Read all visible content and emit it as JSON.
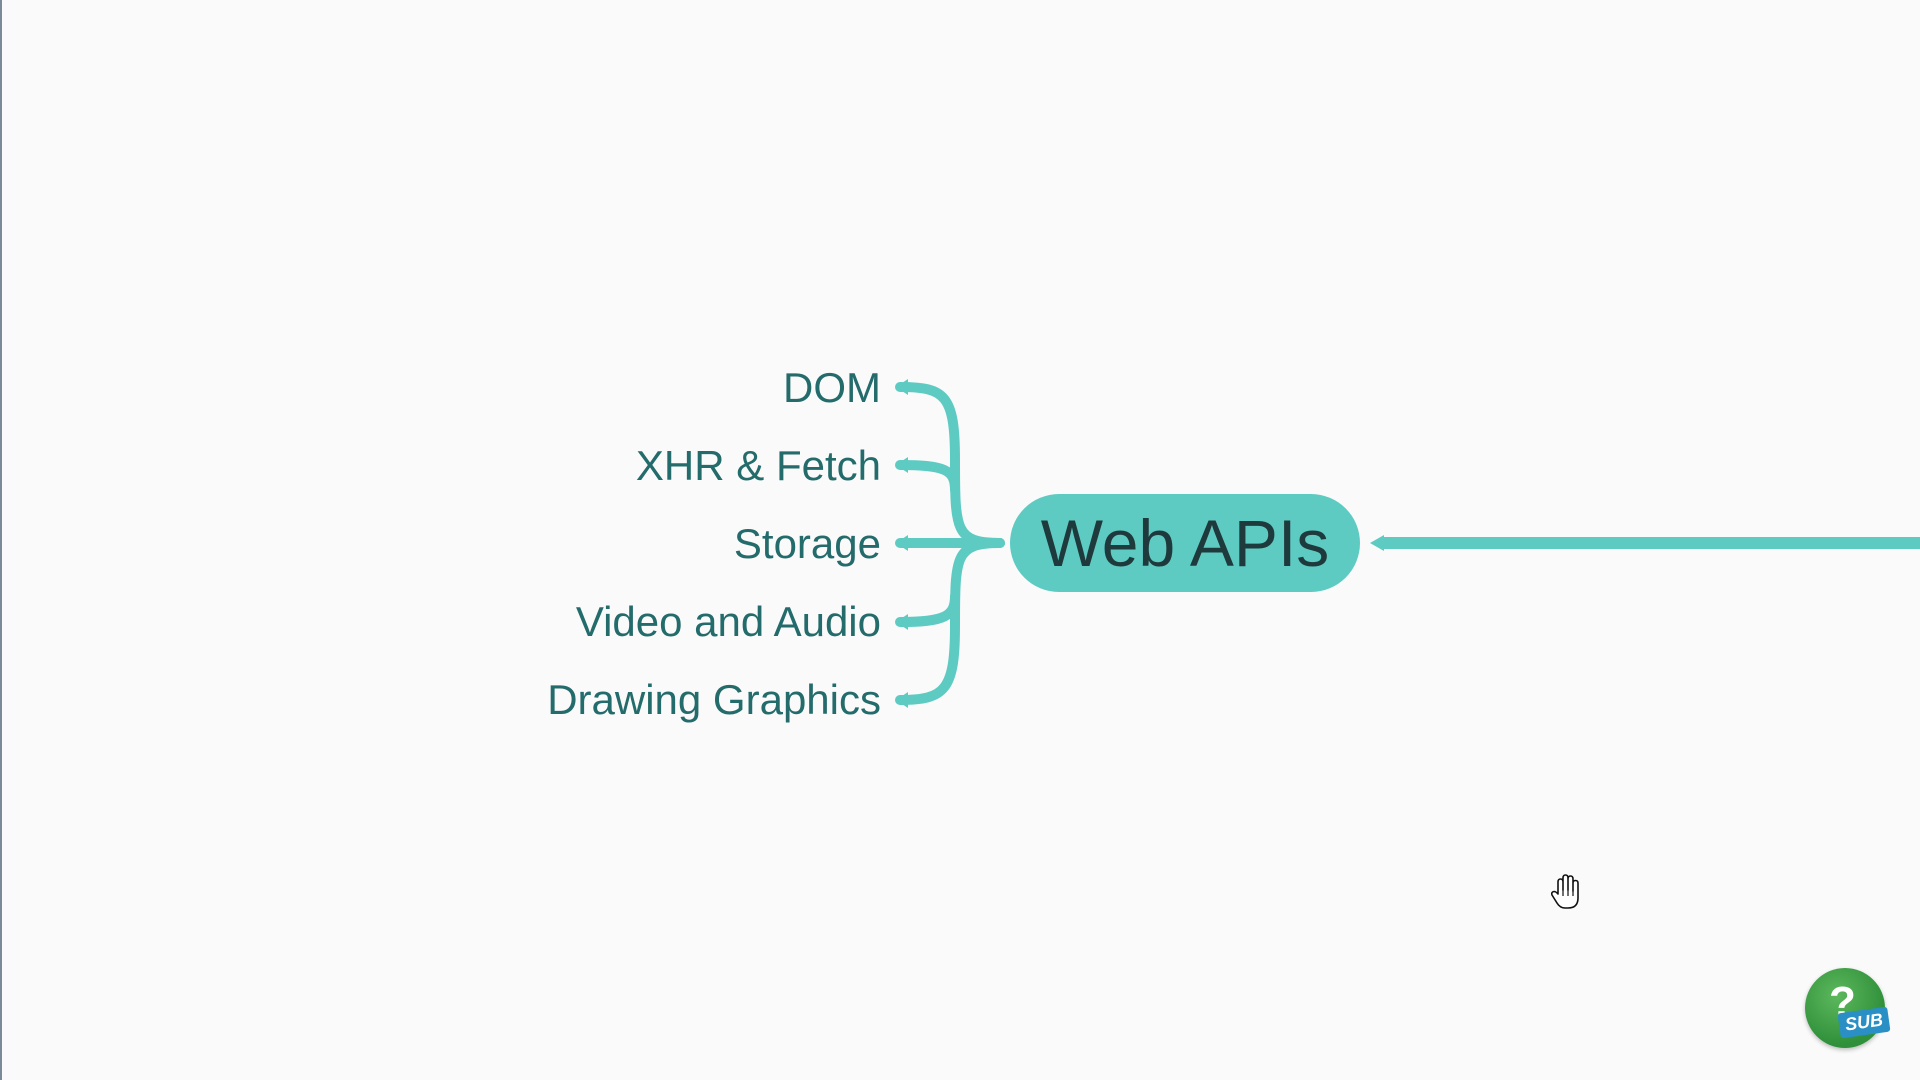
{
  "mindmap": {
    "central_topic": "Web APIs",
    "branches": [
      {
        "label": "DOM"
      },
      {
        "label": "XHR & Fetch"
      },
      {
        "label": "Storage"
      },
      {
        "label": "Video and Audio"
      },
      {
        "label": "Drawing Graphics"
      }
    ]
  },
  "help_button": {
    "glyph": "?",
    "badge": "SUB"
  },
  "icons": {
    "cursor": "hand-cursor-icon",
    "help": "help-icon"
  },
  "colors": {
    "branch_line": "#5ecbc3",
    "node_fill": "#5ecbc3",
    "branch_text": "#246b6b",
    "central_text": "#1f3a3d",
    "background": "#fafafa"
  }
}
